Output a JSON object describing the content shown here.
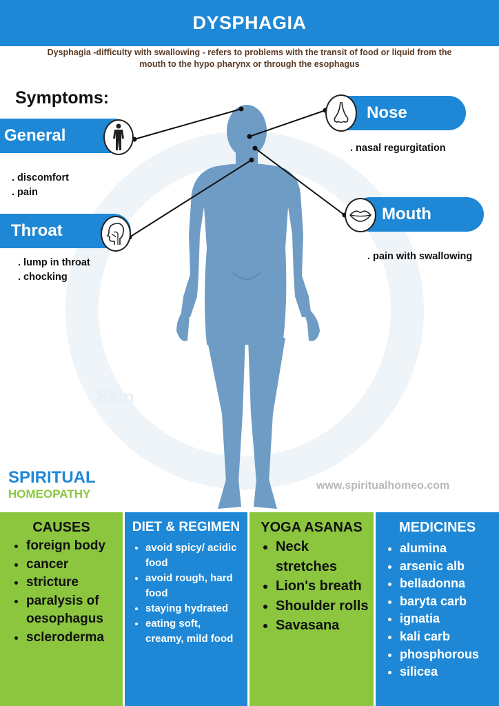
{
  "header": {
    "title": "DYSPHAGIA"
  },
  "subtitle": "Dysphagia -difficulty with swallowing - refers to problems with the transit of food or liquid from the mouth to the hypo pharynx or through the esophagus",
  "symptoms_title": "Symptoms:",
  "background_watermark": "Skin",
  "symptoms": {
    "general": {
      "label": "General",
      "icon": "human-figure-icon",
      "items": [
        ". discomfort",
        ". pain"
      ]
    },
    "throat": {
      "label": "Throat",
      "icon": "throat-profile-icon",
      "items": [
        ". lump in throat",
        ". chocking"
      ]
    },
    "nose": {
      "label": "Nose",
      "icon": "nose-icon",
      "items": [
        ". nasal regurgitation"
      ]
    },
    "mouth": {
      "label": "Mouth",
      "icon": "mouth-icon",
      "items": [
        ". pain with swallowing"
      ]
    }
  },
  "brand": {
    "line1": "SPIRITUAL",
    "line2": "HOMEOPATHY",
    "website": "www.spiritualhomeo.com"
  },
  "columns": [
    {
      "title": "CAUSES",
      "items": [
        "foreign body",
        "cancer",
        "stricture",
        "paralysis of oesophagus",
        "scleroderma"
      ]
    },
    {
      "title": "DIET & REGIMEN",
      "items": [
        "avoid spicy/ acidic food",
        "avoid rough, hard food",
        "staying hydrated",
        "eating soft, creamy, mild food"
      ]
    },
    {
      "title": "YOGA ASANAS",
      "items": [
        "Neck stretches",
        "Lion's breath",
        "Shoulder rolls",
        "Savasana"
      ]
    },
    {
      "title": "MEDICINES",
      "items": [
        "alumina",
        "arsenic alb",
        "belladonna",
        "baryta carb",
        "ignatia",
        "kali carb",
        "phosphorous",
        "silicea"
      ]
    }
  ],
  "colors": {
    "blue": "#1e88d6",
    "green": "#8cc63f",
    "figure": "#6e9cc4"
  }
}
